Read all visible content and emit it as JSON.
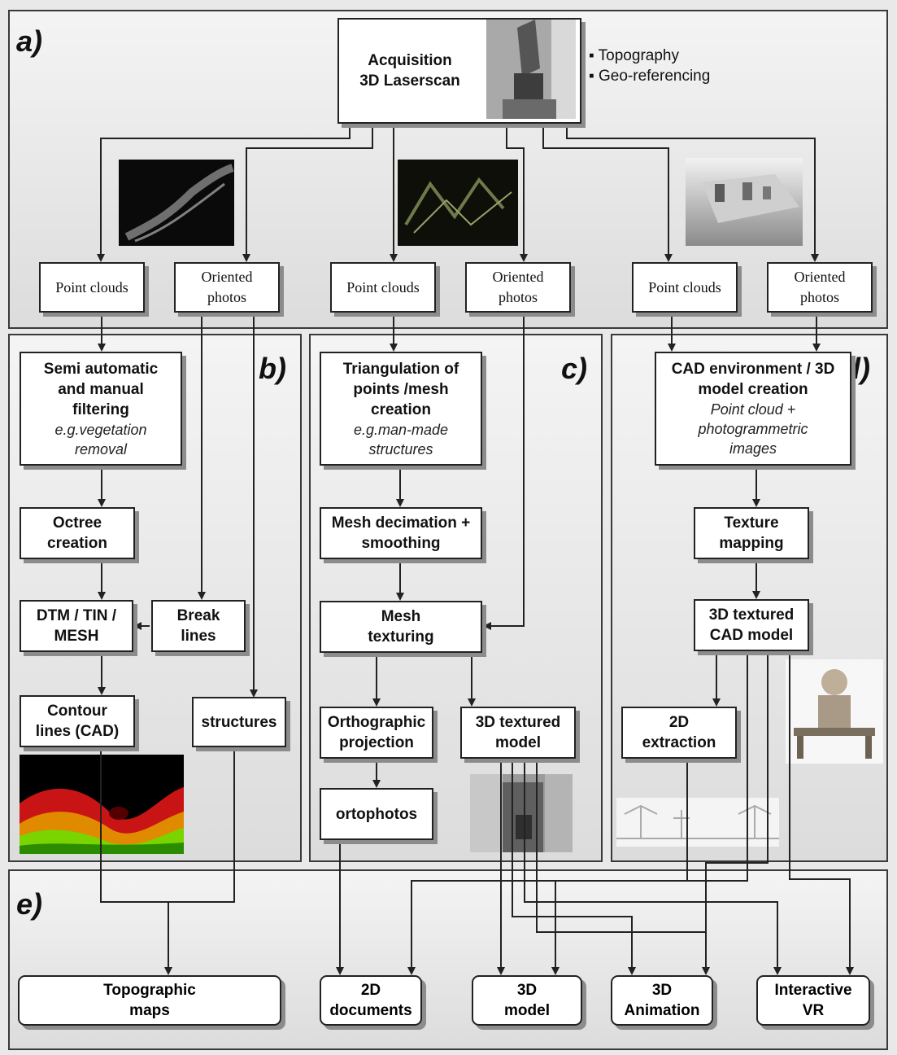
{
  "panels": {
    "a": "a)",
    "b": "b)",
    "c": "c)",
    "d": "d)",
    "e": "e)"
  },
  "acquisition": {
    "title": "Acquisition\n3D Laserscan",
    "bullets": [
      "Topography",
      "Geo-referencing"
    ]
  },
  "oriented": {
    "point_clouds": "Point clouds",
    "oriented_photos": "Oriented\nphotos"
  },
  "b": {
    "filtering": {
      "title": "Semi automatic\nand manual\nfiltering",
      "example": "e.g.vegetation\nremoval"
    },
    "octree": "Octree\ncreation",
    "dtm": "DTM / TIN /\nMESH",
    "break_lines": "Break\nlines",
    "contour": "Contour\nlines (CAD)",
    "structures": "structures"
  },
  "c": {
    "triangulation": {
      "title": "Triangulation of\npoints /mesh\ncreation",
      "example": "e.g.man-made\nstructures"
    },
    "decimation": "Mesh decimation +\nsmoothing",
    "texturing": "Mesh\ntexturing",
    "ortho": "Orthographic\nprojection",
    "ortophotos": "ortophotos",
    "model": "3D textured\nmodel"
  },
  "d": {
    "cad": {
      "title": "CAD environment / 3D\nmodel creation",
      "example": "Point cloud +\nphotogrammetric\nimages"
    },
    "texture": "Texture\nmapping",
    "cad_model": "3D textured\nCAD model",
    "extraction": "2D\nextraction"
  },
  "outputs": {
    "topo": "Topographic\nmaps",
    "docs": "2D\ndocuments",
    "model3d": "3D\nmodel",
    "animation": "3D\nAnimation",
    "vr": "Interactive\nVR"
  }
}
